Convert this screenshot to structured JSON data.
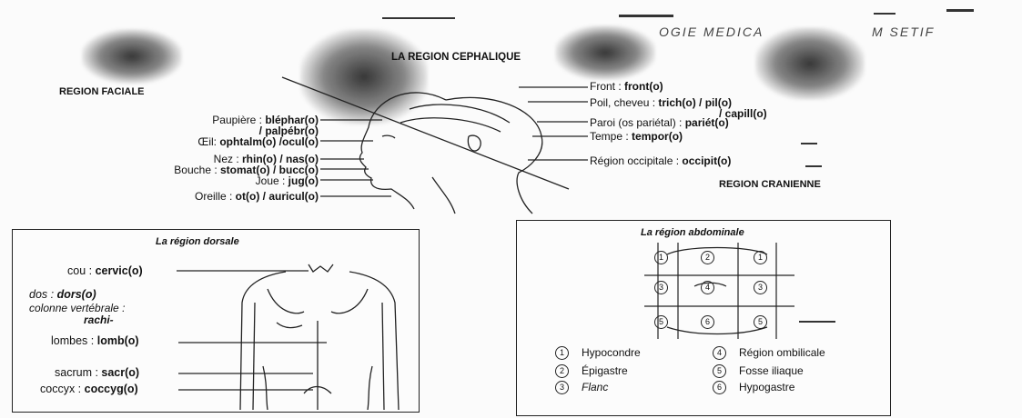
{
  "header": {
    "smudge_text": "OGIE MEDICA",
    "smudge_text2": "M SETIF",
    "title": "LA REGION CEPHALIQUE"
  },
  "cephalic": {
    "left_section": "REGION FACIALE",
    "right_section": "REGION CRANIENNE",
    "left_labels": [
      {
        "term": "Paupière : ",
        "root": "bléphar(o)"
      },
      {
        "term": "",
        "root": "/ palpébr(o)"
      },
      {
        "term": "Œil: ",
        "root": "ophtalm(o) /ocul(o)"
      },
      {
        "term": "Nez : ",
        "root": "rhin(o) / nas(o)"
      },
      {
        "term": "Bouche : ",
        "root": "stomat(o) / bucc(o)"
      },
      {
        "term": "Joue : ",
        "root": "jug(o)"
      },
      {
        "term": "Oreille : ",
        "root": "ot(o) / auricul(o)"
      }
    ],
    "right_labels": [
      {
        "term": "Front : ",
        "root": "front(o)"
      },
      {
        "term": "Poil, cheveu : ",
        "root": "trich(o) / pil(o)"
      },
      {
        "term": "",
        "root": "/ capill(o)"
      },
      {
        "term": "Paroi (os pariétal) : ",
        "root": "pariét(o)"
      },
      {
        "term": "Tempe : ",
        "root": "tempor(o)"
      },
      {
        "term": "Région occipitale : ",
        "root": "occipit(o)"
      }
    ]
  },
  "dorsal": {
    "title": "La région dorsale",
    "labels": [
      {
        "term": "cou : ",
        "root": "cervic(o)"
      },
      {
        "term": "dos : ",
        "root": "dors(o)"
      },
      {
        "term": "colonne vertébrale :",
        "root": "rachi-"
      },
      {
        "term": "lombes : ",
        "root": "lomb(o)"
      },
      {
        "term": "sacrum : ",
        "root": "sacr(o)"
      },
      {
        "term": "coccyx : ",
        "root": "coccyg(o)"
      }
    ]
  },
  "abdominal": {
    "title": "La région abdominale",
    "grid_numbers": [
      "1",
      "2",
      "1",
      "3",
      "4",
      "3",
      "5",
      "6",
      "5"
    ],
    "legend": [
      {
        "num": "1",
        "label": "Hypocondre"
      },
      {
        "num": "4",
        "label": "Région ombilicale"
      },
      {
        "num": "2",
        "label": "Épigastre"
      },
      {
        "num": "5",
        "label": "Fosse iliaque"
      },
      {
        "num": "3",
        "label": "Flanc"
      },
      {
        "num": "6",
        "label": "Hypogastre"
      }
    ]
  }
}
